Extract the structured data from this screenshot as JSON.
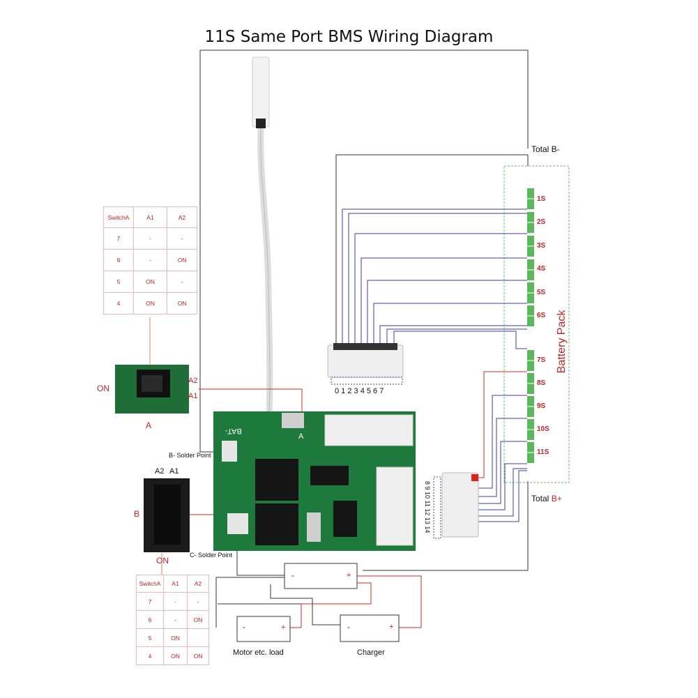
{
  "title": "11S Same Port BMS Wiring Diagram",
  "labels": {
    "total_b_minus": "Total B-",
    "total_b_plus_prefix": "Total ",
    "total_b_plus_suffix": "B+",
    "b_minus_solder": "B- Solder Point",
    "c_minus_solder": "C- Solder Point",
    "battery_pack": "Battery Pack",
    "motor_load": "Motor etc. load",
    "charger": "Charger",
    "on_a": "ON",
    "on_b": "ON",
    "a_label": "A",
    "b_label": "B",
    "a2": "A2",
    "a1": "A1",
    "a2_b": "A2",
    "a1_b": "A1",
    "board_bat": "BAT-",
    "board_a": "A",
    "minus": "-",
    "plus": "+"
  },
  "cells": [
    "1S",
    "2S",
    "3S",
    "4S",
    "5S",
    "6S",
    "7S",
    "8S",
    "9S",
    "10S",
    "11S"
  ],
  "balance_top_digits": "0 1 2 3 4 5 6 7",
  "balance_side_digits": "8 9 10 11 12 13 14",
  "switch_table_a": {
    "header": [
      "SwitchA",
      "A1",
      "A2"
    ],
    "rows": [
      [
        "7",
        "-",
        "-"
      ],
      [
        "6",
        "-",
        "ON"
      ],
      [
        "5",
        "ON",
        "-"
      ],
      [
        "4",
        "ON",
        "ON"
      ]
    ]
  },
  "switch_table_b": {
    "header": [
      "SwitchA",
      "A1",
      "A2"
    ],
    "rows": [
      [
        "7",
        "-",
        "-"
      ],
      [
        "6",
        "-",
        "ON"
      ],
      [
        "5",
        "ON",
        ""
      ],
      [
        "4",
        "ON",
        "ON"
      ]
    ]
  },
  "colors": {
    "wire_blue": "#3a3ab0",
    "wire_red": "#cc2a2a",
    "wire_black": "#333333",
    "pcb_green": "#1e7a3c",
    "terminal_green": "#5cb85c",
    "accent_red": "#cc1f1f"
  }
}
